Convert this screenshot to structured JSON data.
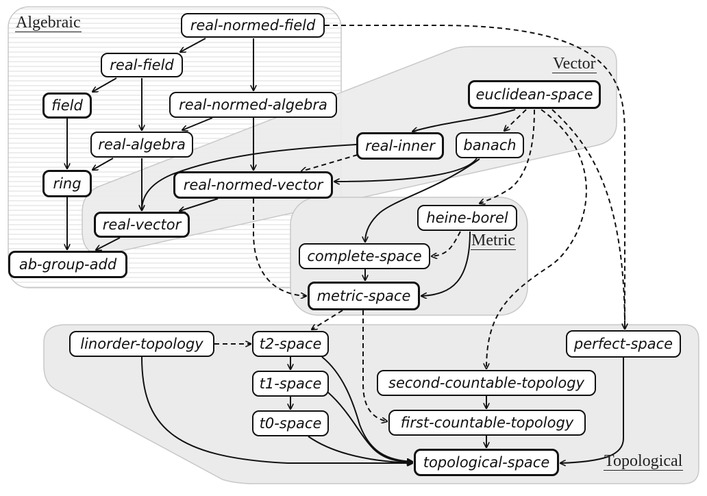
{
  "regions": {
    "algebraic": "Algebraic",
    "vector": "Vector",
    "metric": "Metric",
    "topological": "Topological"
  },
  "nodes": {
    "real_normed_field": "real-normed-field",
    "real_field": "real-field",
    "field": "field",
    "real_normed_algebra": "real-normed-algebra",
    "real_algebra": "real-algebra",
    "ring": "ring",
    "real_vector": "real-vector",
    "ab_group_add": "ab-group-add",
    "euclidean_space": "euclidean-space",
    "real_inner": "real-inner",
    "banach": "banach",
    "real_normed_vector": "real-normed-vector",
    "heine_borel": "heine-borel",
    "complete_space": "complete-space",
    "metric_space": "metric-space",
    "linorder_topology": "linorder-topology",
    "t2_space": "t2-space",
    "t1_space": "t1-space",
    "t0_space": "t0-space",
    "perfect_space": "perfect-space",
    "second_countable_topology": "second-countable-topology",
    "first_countable_topology": "first-countable-topology",
    "topological_space": "topological-space"
  },
  "edges": [
    {
      "from": "real_normed_field",
      "to": "real_field",
      "style": "solid"
    },
    {
      "from": "real_normed_field",
      "to": "real_normed_algebra",
      "style": "solid"
    },
    {
      "from": "real_normed_field",
      "to": "perfect_space",
      "style": "dashed"
    },
    {
      "from": "real_field",
      "to": "field",
      "style": "solid"
    },
    {
      "from": "real_field",
      "to": "real_algebra",
      "style": "solid"
    },
    {
      "from": "field",
      "to": "ring",
      "style": "solid"
    },
    {
      "from": "real_normed_algebra",
      "to": "real_algebra",
      "style": "solid"
    },
    {
      "from": "real_normed_algebra",
      "to": "real_normed_vector",
      "style": "solid"
    },
    {
      "from": "real_algebra",
      "to": "ring",
      "style": "solid"
    },
    {
      "from": "real_algebra",
      "to": "real_vector",
      "style": "solid"
    },
    {
      "from": "ring",
      "to": "ab_group_add",
      "style": "solid"
    },
    {
      "from": "real_vector",
      "to": "ab_group_add",
      "style": "solid"
    },
    {
      "from": "real_normed_vector",
      "to": "real_vector",
      "style": "solid"
    },
    {
      "from": "real_normed_vector",
      "to": "metric_space",
      "style": "dashed"
    },
    {
      "from": "real_inner",
      "to": "real_vector",
      "style": "solid"
    },
    {
      "from": "real_inner",
      "to": "real_normed_vector",
      "style": "dashed"
    },
    {
      "from": "banach",
      "to": "real_normed_vector",
      "style": "solid"
    },
    {
      "from": "banach",
      "to": "complete_space",
      "style": "solid"
    },
    {
      "from": "euclidean_space",
      "to": "real_inner",
      "style": "solid"
    },
    {
      "from": "euclidean_space",
      "to": "banach",
      "style": "dashed"
    },
    {
      "from": "euclidean_space",
      "to": "heine_borel",
      "style": "dashed"
    },
    {
      "from": "euclidean_space",
      "to": "second_countable_topology",
      "style": "dashed"
    },
    {
      "from": "euclidean_space",
      "to": "perfect_space",
      "style": "dashed"
    },
    {
      "from": "heine_borel",
      "to": "complete_space",
      "style": "dashed"
    },
    {
      "from": "heine_borel",
      "to": "metric_space",
      "style": "solid"
    },
    {
      "from": "complete_space",
      "to": "metric_space",
      "style": "solid"
    },
    {
      "from": "metric_space",
      "to": "t2_space",
      "style": "dashed"
    },
    {
      "from": "metric_space",
      "to": "first_countable_topology",
      "style": "dashed"
    },
    {
      "from": "linorder_topology",
      "to": "t2_space",
      "style": "dashed"
    },
    {
      "from": "linorder_topology",
      "to": "topological_space",
      "style": "solid"
    },
    {
      "from": "t2_space",
      "to": "t1_space",
      "style": "solid"
    },
    {
      "from": "t2_space",
      "to": "topological_space",
      "style": "solid"
    },
    {
      "from": "t1_space",
      "to": "t0_space",
      "style": "solid"
    },
    {
      "from": "t1_space",
      "to": "topological_space",
      "style": "solid"
    },
    {
      "from": "t0_space",
      "to": "topological_space",
      "style": "solid"
    },
    {
      "from": "second_countable_topology",
      "to": "first_countable_topology",
      "style": "solid"
    },
    {
      "from": "first_countable_topology",
      "to": "topological_space",
      "style": "solid"
    },
    {
      "from": "perfect_space",
      "to": "topological_space",
      "style": "solid"
    }
  ],
  "colors": {
    "region_fill": "#ebebeb",
    "region_stroke": "#c8c8c8",
    "algebraic_stripe": "#d7d7d7",
    "node_border": "#111111",
    "edge": "#111111"
  }
}
